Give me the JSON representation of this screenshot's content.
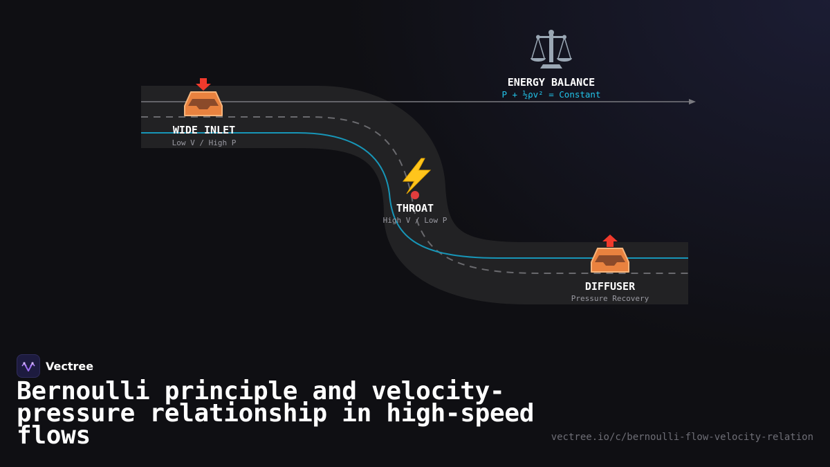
{
  "nodes": {
    "inlet": {
      "title": "WIDE INLET",
      "subtitle": "Low V / High P"
    },
    "throat": {
      "title": "THROAT",
      "subtitle": "High V / Low P"
    },
    "diffuser": {
      "title": "DIFFUSER",
      "subtitle": "Pressure Recovery"
    },
    "energy": {
      "title": "ENERGY BALANCE",
      "formula": "P + ½ρv² = Constant"
    }
  },
  "brand": {
    "name": "Vectree"
  },
  "headline": "Bernoulli principle and velocity-pressure relationship in high-speed flows",
  "url": "vectree.io/c/bernoulli-flow-velocity-relation",
  "colors": {
    "background": "#0f0f13",
    "channel": "#222224",
    "streamline": "#1796b8",
    "formula": "#22c4ea",
    "arrow": "#ff3b30",
    "tray": "#f5a25d",
    "dot": "#e23d3d",
    "bolt": "#ffc51c"
  }
}
